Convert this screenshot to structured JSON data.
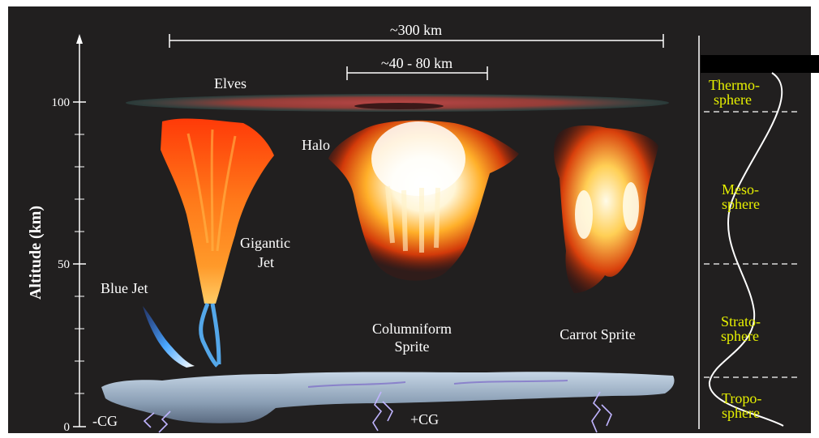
{
  "axis": {
    "title": "Altitude (km)",
    "ticks": [
      "0",
      "50",
      "100"
    ]
  },
  "scales": {
    "wide": "~300 km",
    "narrow": "~40 - 80 km"
  },
  "phenomena": {
    "elves": "Elves",
    "halo": "Halo",
    "blue_jet": "Blue Jet",
    "gigantic_jet_line1": "Gigantic",
    "gigantic_jet_line2": "Jet",
    "columniform_line1": "Columniform",
    "columniform_line2": "Sprite",
    "carrot_sprite": "Carrot Sprite",
    "neg_cg": "-CG",
    "pos_cg": "+CG"
  },
  "layers": {
    "thermo_1": "Thermo-",
    "thermo_2": "sphere",
    "meso_1": "Meso-",
    "meso_2": "sphere",
    "strato_1": "Strato-",
    "strato_2": "sphere",
    "tropo_1": "Tropo-",
    "tropo_2": "sphere"
  },
  "colors": {
    "background": "#211f1f",
    "layer_text": "#e6f000",
    "sprite_glow": "#ff5a10"
  }
}
